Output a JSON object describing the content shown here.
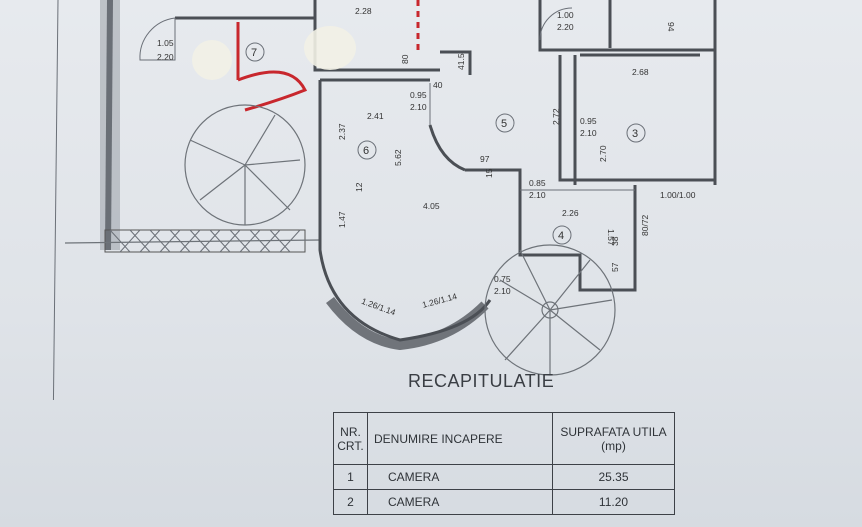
{
  "plan": {
    "rooms": [
      "7",
      "6",
      "5",
      "3",
      "4"
    ],
    "dimensions": [
      "2.28",
      "1.00",
      "2.20",
      "94",
      "1.05",
      "2.20",
      "40",
      "80",
      "41.5",
      "0.95",
      "2.10",
      "2.41",
      "2.37",
      "5.62",
      "2.68",
      "2.72",
      "0.95",
      "2.10",
      "2.70",
      "97",
      "15",
      "0.85",
      "2.10",
      "1.00/1.00",
      "12",
      "4.05",
      "1.47",
      "2.26",
      "1.57",
      "38",
      "80/72",
      "57",
      "0.75",
      "2.10",
      "1.26/1.14",
      "1.26/1.14"
    ]
  },
  "recap": {
    "title": "RECAPITULATIE",
    "headers": {
      "nr": "NR. CRT.",
      "name": "DENUMIRE INCAPERE",
      "area": "SUPRAFATA UTILA (mp)"
    },
    "rows": [
      {
        "nr": "1",
        "name": "CAMERA",
        "area": "25.35"
      },
      {
        "nr": "2",
        "name": "CAMERA",
        "area": "11.20"
      }
    ]
  }
}
